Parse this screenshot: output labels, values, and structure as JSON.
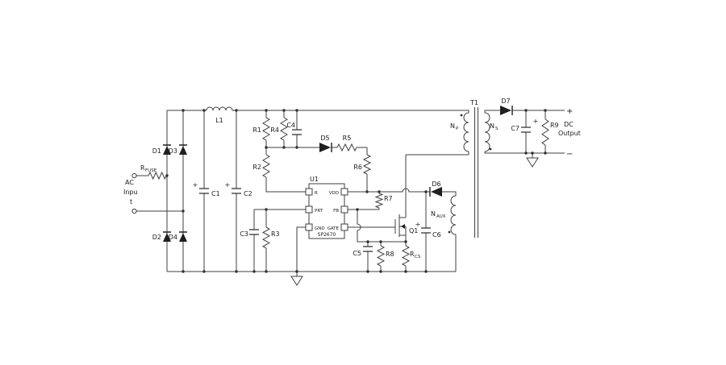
{
  "schematic": {
    "description": "Offline flyback AC-DC converter schematic built around SP2670 controller",
    "labels": {
      "ac1": "AC",
      "ac2": "Inpu",
      "ac3": "t",
      "rfuse_main": "R",
      "rfuse_sub": "FUSE",
      "d1": "D1",
      "d2": "D2",
      "d3": "D3",
      "d4": "D4",
      "d5": "D5",
      "d6": "D6",
      "d7": "D7",
      "c1": "C1",
      "c2": "C2",
      "c3": "C3",
      "c4": "C4",
      "c5": "C5",
      "c6": "C6",
      "c7": "C7",
      "c1_plus": "+",
      "c2_plus": "+",
      "c6_plus": "+",
      "c7_plus": "+",
      "l1": "L1",
      "r1": "R1",
      "r2": "R2",
      "r3": "R3",
      "r4": "R4",
      "r5": "R5",
      "r6": "R6",
      "r7": "R7",
      "r8": "R8",
      "r9": "R9",
      "rcs_main": "R",
      "rcs_sub": "CS",
      "u1": "U1",
      "part": "SP2670",
      "pin_r": "R",
      "pin_prt": "PRT",
      "pin_gnd": "GND",
      "pin_vdd": "VDD",
      "pin_fb": "FB",
      "pin_gate": "GATE",
      "q1": "Q1",
      "t1": "T1",
      "np_main": "N",
      "np_sub": "P",
      "ns_main": "N",
      "ns_sub": "S",
      "naux_main": "N",
      "naux_sub": "AUX",
      "out_plus": "+",
      "out_dc": "DC",
      "out_output": "Output",
      "out_minus": "−"
    }
  }
}
